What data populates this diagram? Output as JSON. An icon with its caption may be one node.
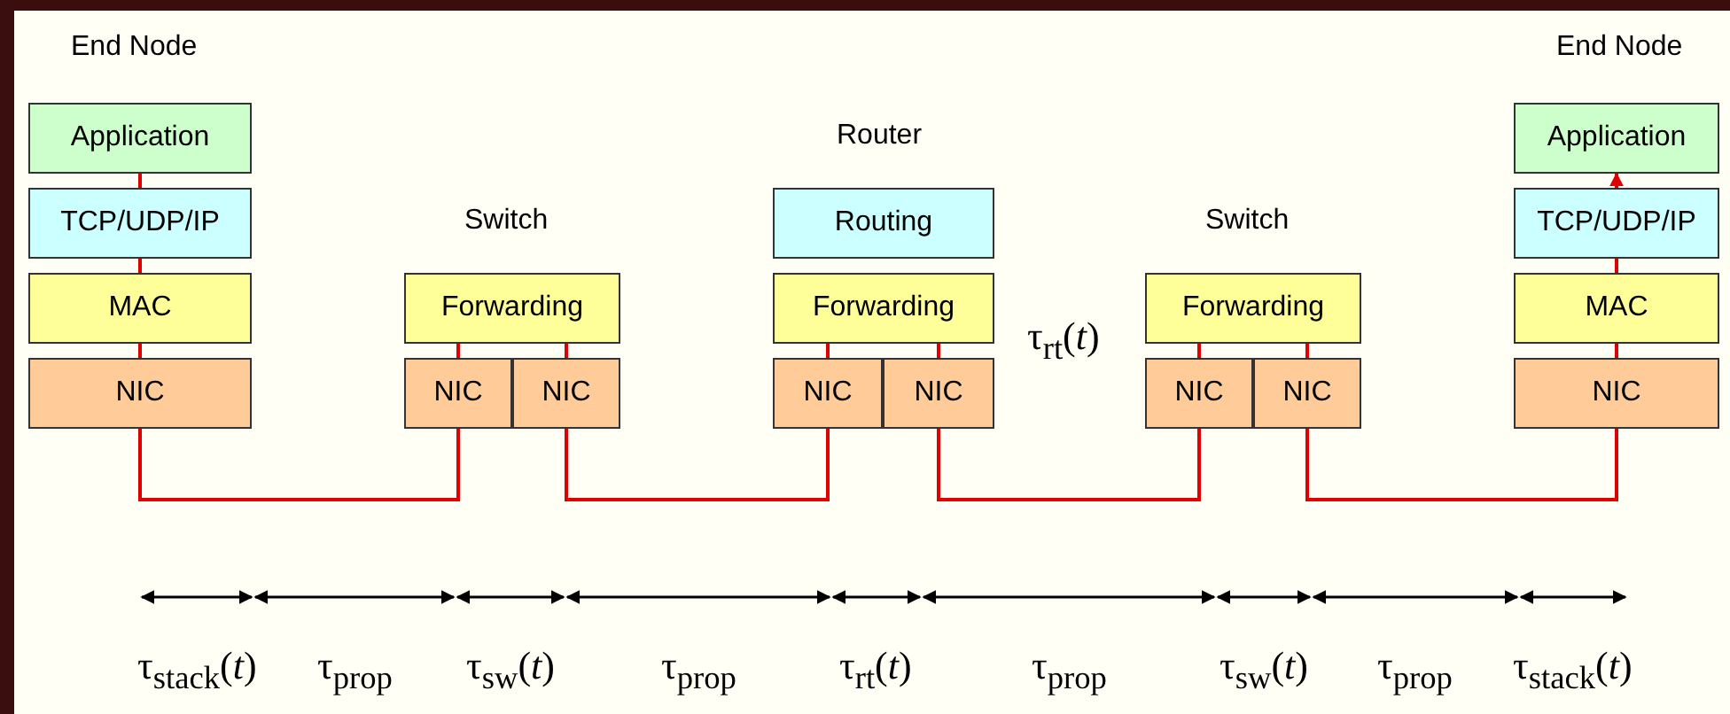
{
  "diagram": {
    "nodes": [
      {
        "text": [
          "Application"
        ]
      },
      {
        "text": [
          "TCP/UDP/IP"
        ]
      },
      {
        "text": [
          "MAC"
        ]
      },
      {
        "text": [
          "NIC"
        ]
      },
      {
        "text": [
          "Forwarding"
        ]
      },
      {
        "text": [
          "NIC"
        ]
      },
      {
        "text": [
          "NIC"
        ]
      },
      {
        "text": [
          "Routing"
        ]
      },
      {
        "text": [
          "Forwarding"
        ]
      },
      {
        "text": [
          "NIC"
        ]
      },
      {
        "text": [
          "NIC"
        ]
      },
      {
        "text": [
          "Forwarding"
        ]
      },
      {
        "text": [
          "NIC"
        ]
      },
      {
        "text": [
          "NIC"
        ]
      },
      {
        "text": [
          "Application"
        ]
      },
      {
        "text": [
          "TCP/UDP/IP"
        ]
      },
      {
        "text": [
          "MAC"
        ]
      },
      {
        "text": [
          "NIC"
        ]
      }
    ],
    "edges": [
      {
        "from": 0,
        "to": 1,
        "arrow": "none"
      },
      {
        "from": 1,
        "to": 2,
        "arrow": "none"
      },
      {
        "from": 2,
        "to": 3,
        "arrow": "none"
      },
      {
        "from": 3,
        "to": 5,
        "arrow": "none"
      },
      {
        "from": 5,
        "to": 4,
        "arrow": "none"
      },
      {
        "from": 4,
        "to": 6,
        "arrow": "none"
      },
      {
        "from": 6,
        "to": 9,
        "arrow": "none"
      },
      {
        "from": 9,
        "to": 8,
        "arrow": "none"
      },
      {
        "from": 8,
        "to": 10,
        "arrow": "none"
      },
      {
        "from": 10,
        "to": 12,
        "arrow": "none"
      },
      {
        "from": 12,
        "to": 11,
        "arrow": "none"
      },
      {
        "from": 11,
        "to": 13,
        "arrow": "none"
      },
      {
        "from": 13,
        "to": 17,
        "arrow": "none"
      },
      {
        "from": 17,
        "to": 16,
        "arrow": "none"
      },
      {
        "from": 16,
        "to": 15,
        "arrow": "none"
      },
      {
        "from": 15,
        "to": 14,
        "arrow": "to"
      }
    ],
    "labels": [
      "End Node",
      "End Node",
      "Router",
      "Switch",
      "Switch",
      "τ$_{rt}$(*t*)",
      "τ$_{stack}$(*t*)",
      "τ$_{prop}$",
      "τ$_{sw}$(*t*)",
      "τ$_{prop}$",
      "τ$_{rt}$(*t*)",
      "τ$_{prop}$",
      "τ$_{sw}$(*t*)",
      "τ$_{prop}$",
      "τ$_{stack}$(*t*)"
    ]
  }
}
